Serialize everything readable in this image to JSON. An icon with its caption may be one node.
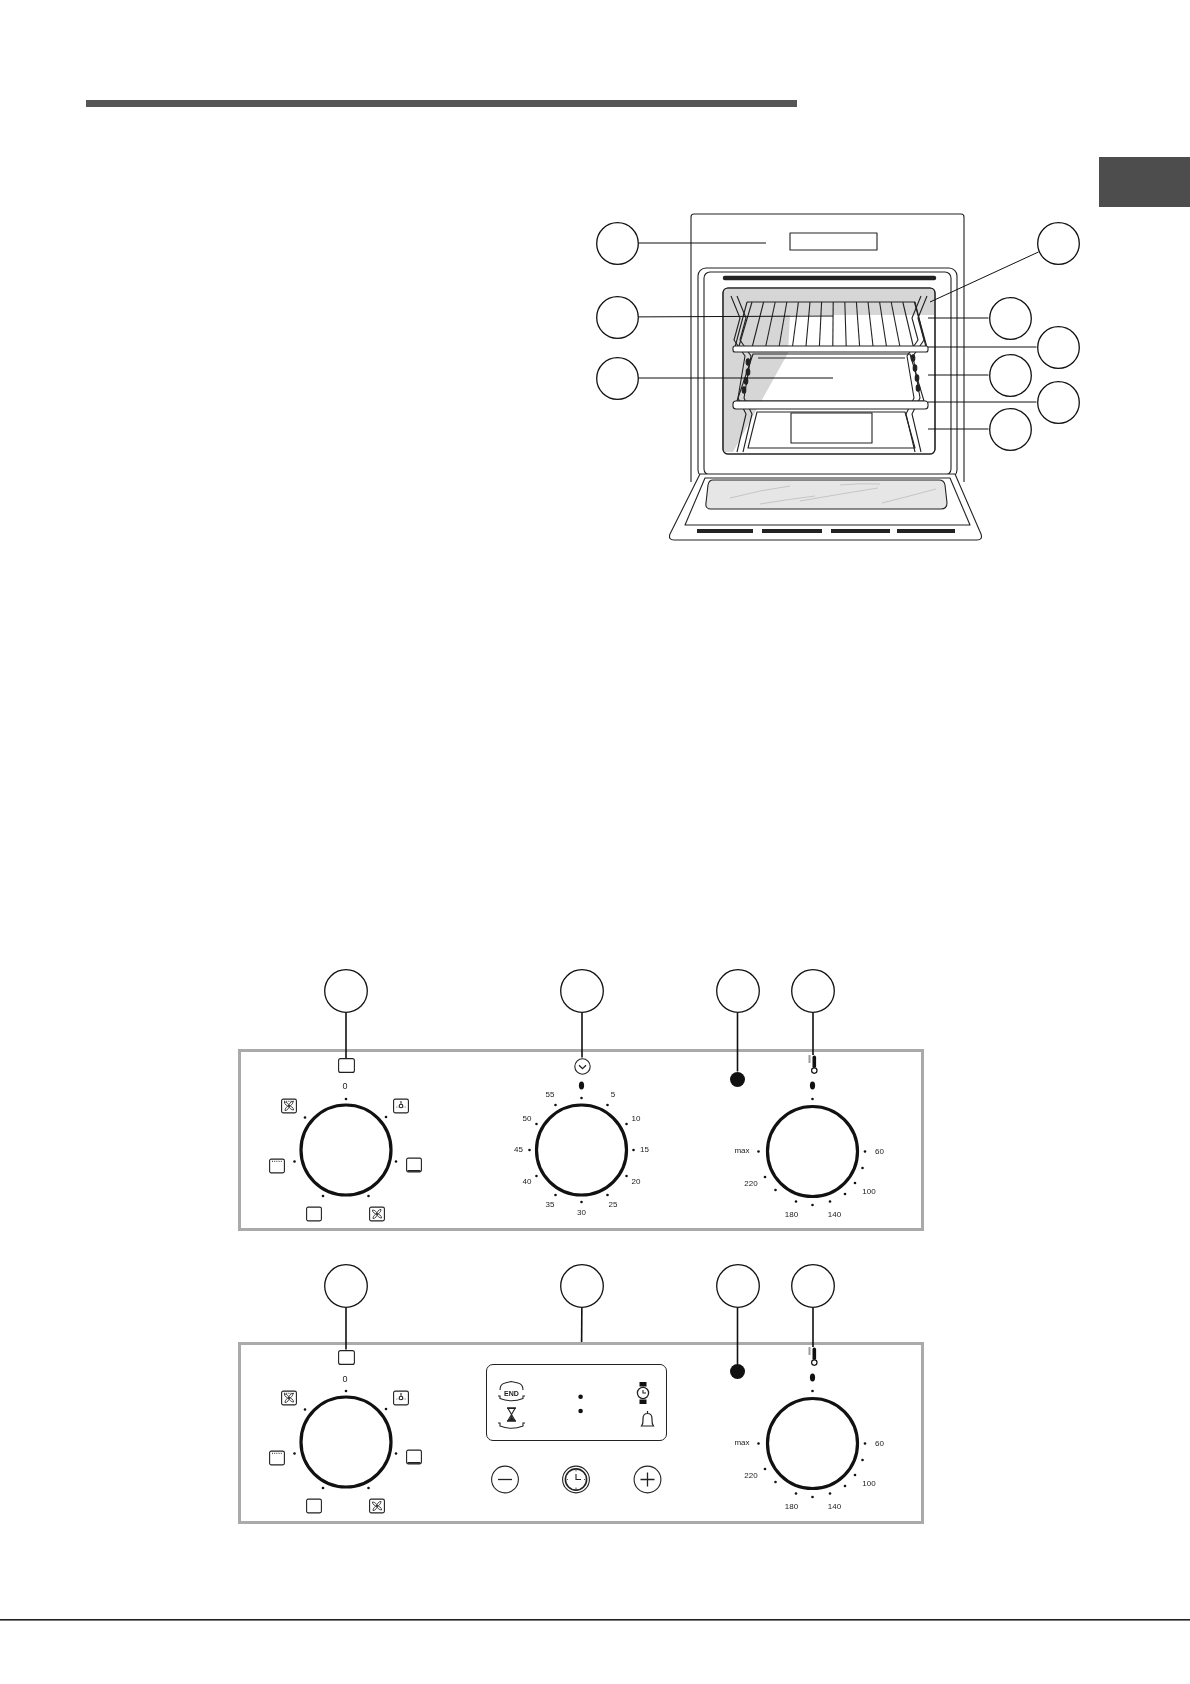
{
  "diagram": {
    "nodes": [
      {
        "text": [],
        "shape": "box"
      },
      {
        "text": [],
        "shape": "circle"
      },
      {
        "text": [],
        "shape": "circle"
      },
      {
        "text": [],
        "shape": "circle"
      },
      {
        "text": [],
        "shape": "circle"
      },
      {
        "text": [],
        "shape": "circle"
      },
      {
        "text": [],
        "shape": "circle"
      },
      {
        "text": [],
        "shape": "circle"
      },
      {
        "text": [],
        "shape": "circle"
      },
      {
        "text": [],
        "shape": "circle"
      },
      {
        "text": [],
        "shape": "circle"
      },
      {
        "text": [],
        "shape": "circle"
      },
      {
        "text": [],
        "shape": "circle"
      },
      {
        "text": [],
        "shape": "circle"
      },
      {
        "text": [
          "0",
          "55",
          "5",
          "50",
          "10",
          "45",
          "15",
          "40",
          "20",
          "35",
          "25",
          "30",
          "max",
          "60",
          "220",
          "100",
          "180",
          "140"
        ]
      },
      {
        "text": [],
        "shape": "box",
        "in": 14
      },
      {
        "text": [],
        "shape": "picture",
        "in": 14
      },
      {
        "text": [],
        "shape": "circle",
        "in": 14
      },
      {
        "text": [],
        "shape": "picture",
        "in": 14
      },
      {
        "text": [],
        "shape": "circle"
      },
      {
        "text": [],
        "shape": "circle"
      },
      {
        "text": [],
        "shape": "circle"
      },
      {
        "text": [],
        "shape": "circle"
      },
      {
        "text": [
          "0",
          "max",
          "60",
          "220",
          "100",
          "180",
          "140"
        ]
      },
      {
        "text": [],
        "shape": "box",
        "in": 23
      },
      {
        "text": [
          "END"
        ],
        "in": 23
      },
      {
        "text": [],
        "shape": "circle",
        "in": 23
      },
      {
        "text": [],
        "shape": "picture",
        "in": 23
      }
    ],
    "edges": [
      {
        "from": 1,
        "to": null,
        "arrow": "none"
      },
      {
        "from": 2,
        "to": null,
        "arrow": "none"
      },
      {
        "from": 3,
        "to": null,
        "arrow": "none"
      },
      {
        "from": 4,
        "to": null,
        "arrow": "none"
      },
      {
        "from": 5,
        "to": null,
        "arrow": "none"
      },
      {
        "from": 6,
        "to": null,
        "arrow": "none"
      },
      {
        "from": 7,
        "to": null,
        "arrow": "none"
      },
      {
        "from": 8,
        "to": null,
        "arrow": "none"
      },
      {
        "from": 9,
        "to": null,
        "arrow": "none"
      },
      {
        "from": 10,
        "to": 15,
        "arrow": "none"
      },
      {
        "from": 11,
        "to": 16,
        "arrow": "none"
      },
      {
        "from": 12,
        "to": 17,
        "arrow": "none"
      },
      {
        "from": 13,
        "to": 18,
        "arrow": "none"
      },
      {
        "from": 19,
        "to": 24,
        "arrow": "none"
      },
      {
        "from": 20,
        "to": 23,
        "arrow": "none"
      },
      {
        "from": 21,
        "to": 26,
        "arrow": "none"
      },
      {
        "from": 22,
        "to": 27,
        "arrow": "none"
      }
    ]
  }
}
